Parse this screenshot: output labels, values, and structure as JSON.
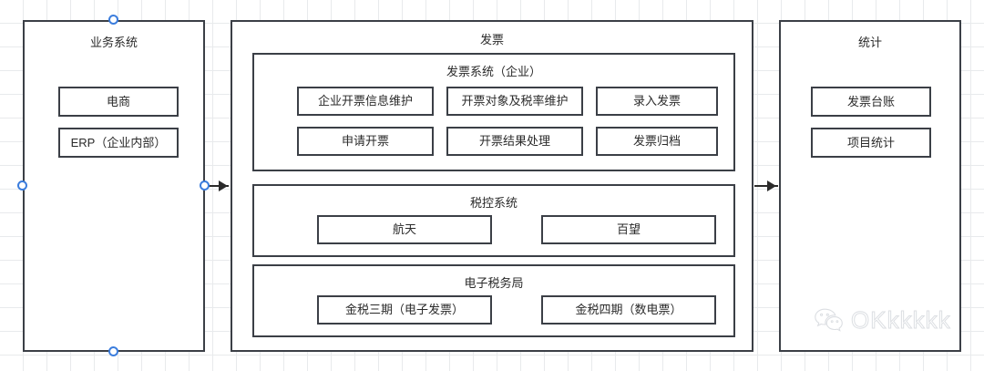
{
  "diagram": {
    "background": "#ffffff",
    "grid_color": "#e8eaec",
    "stroke_color": "#3b3f46",
    "handle_color": "#3b7ddd",
    "panels": [
      {
        "id": "business-system",
        "title": "业务系统",
        "selected": true,
        "nodes": [
          {
            "id": "ecommerce",
            "label": "电商"
          },
          {
            "id": "erp",
            "label": "ERP（企业内部）"
          }
        ]
      },
      {
        "id": "invoice",
        "title": "发票",
        "selected": false,
        "sections": [
          {
            "id": "invoice-system-enterprise",
            "title": "发票系统（企业）",
            "nodes": [
              {
                "id": "enterprise-invoicing-info-maintenance",
                "label": "企业开票信息维护"
              },
              {
                "id": "invoice-target-and-tax-rate-maintenance",
                "label": "开票对象及税率维护"
              },
              {
                "id": "enter-invoice",
                "label": "录入发票"
              },
              {
                "id": "apply-invoice",
                "label": "申请开票"
              },
              {
                "id": "invoicing-result-processing",
                "label": "开票结果处理"
              },
              {
                "id": "invoice-archiving",
                "label": "发票归档"
              }
            ]
          },
          {
            "id": "tax-control-system",
            "title": "税控系统",
            "nodes": [
              {
                "id": "hangtian",
                "label": "航天"
              },
              {
                "id": "baiwang",
                "label": "百望"
              }
            ]
          },
          {
            "id": "electronic-tax-bureau",
            "title": "电子税务局",
            "nodes": [
              {
                "id": "golden-tax-phase-3",
                "label": "金税三期（电子发票）"
              },
              {
                "id": "golden-tax-phase-4",
                "label": "金税四期（数电票）"
              }
            ]
          }
        ]
      },
      {
        "id": "statistics",
        "title": "统计",
        "selected": false,
        "nodes": [
          {
            "id": "invoice-ledger",
            "label": "发票台账"
          },
          {
            "id": "project-statistics",
            "label": "项目统计"
          }
        ]
      }
    ],
    "watermark": {
      "text": "OKkkkkk",
      "icon": "wechat-icon"
    }
  }
}
